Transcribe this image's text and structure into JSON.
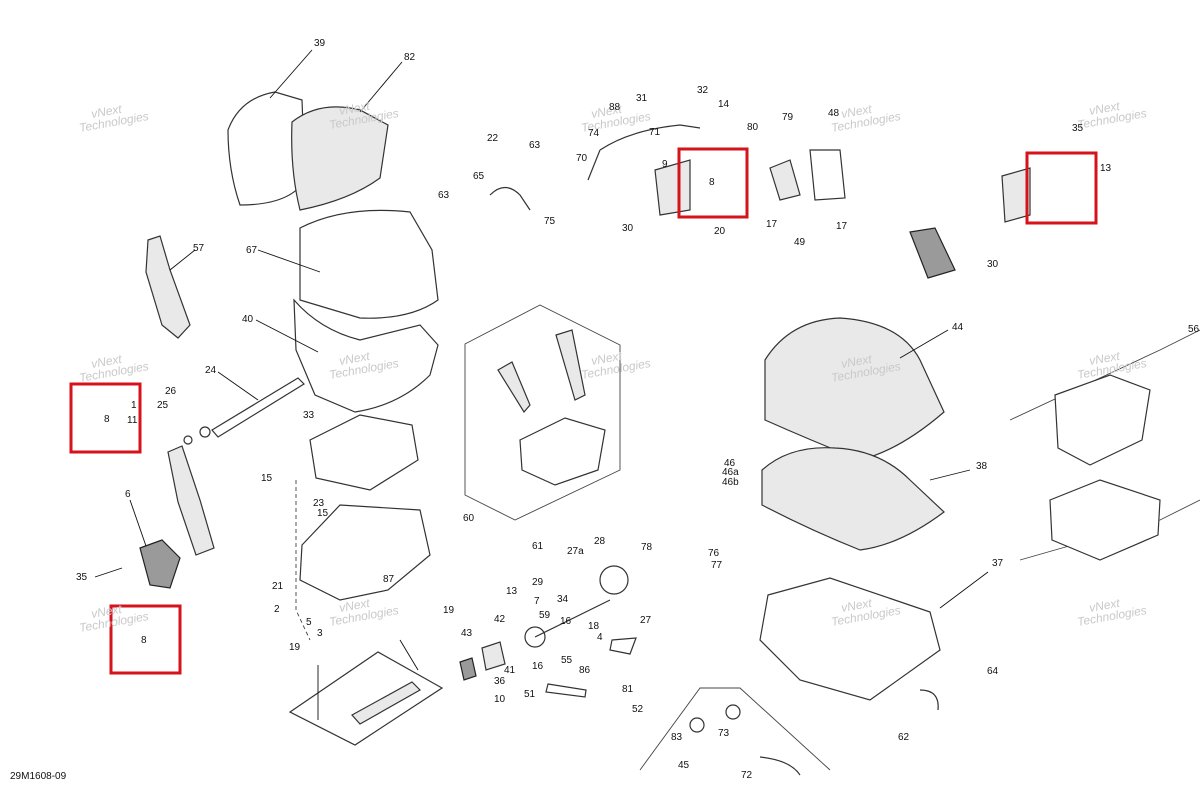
{
  "figure": {
    "code": "29M1608-09",
    "watermark_line1": "vNext",
    "watermark_line2": "Technologies"
  },
  "callouts": [
    "39",
    "82",
    "31",
    "32",
    "14",
    "88",
    "71",
    "74",
    "70",
    "80",
    "79",
    "48",
    "35",
    "13",
    "9",
    "8",
    "22",
    "63",
    "63",
    "65",
    "75",
    "30",
    "20",
    "17",
    "49",
    "17",
    "30",
    "57",
    "67",
    "40",
    "24",
    "26",
    "25",
    "1",
    "8",
    "11",
    "33",
    "15",
    "23",
    "15",
    "6",
    "35",
    "8",
    "21",
    "87",
    "2",
    "5",
    "3",
    "19",
    "19",
    "60",
    "44",
    "38",
    "56",
    "46",
    "46a",
    "46b",
    "61",
    "27a",
    "28",
    "78",
    "76",
    "77",
    "13",
    "29",
    "7",
    "34",
    "42",
    "59",
    "16",
    "18",
    "4",
    "27",
    "43",
    "41",
    "36",
    "16",
    "55",
    "86",
    "10",
    "51",
    "81",
    "52",
    "37",
    "64",
    "62",
    "83",
    "73",
    "45",
    "72"
  ]
}
